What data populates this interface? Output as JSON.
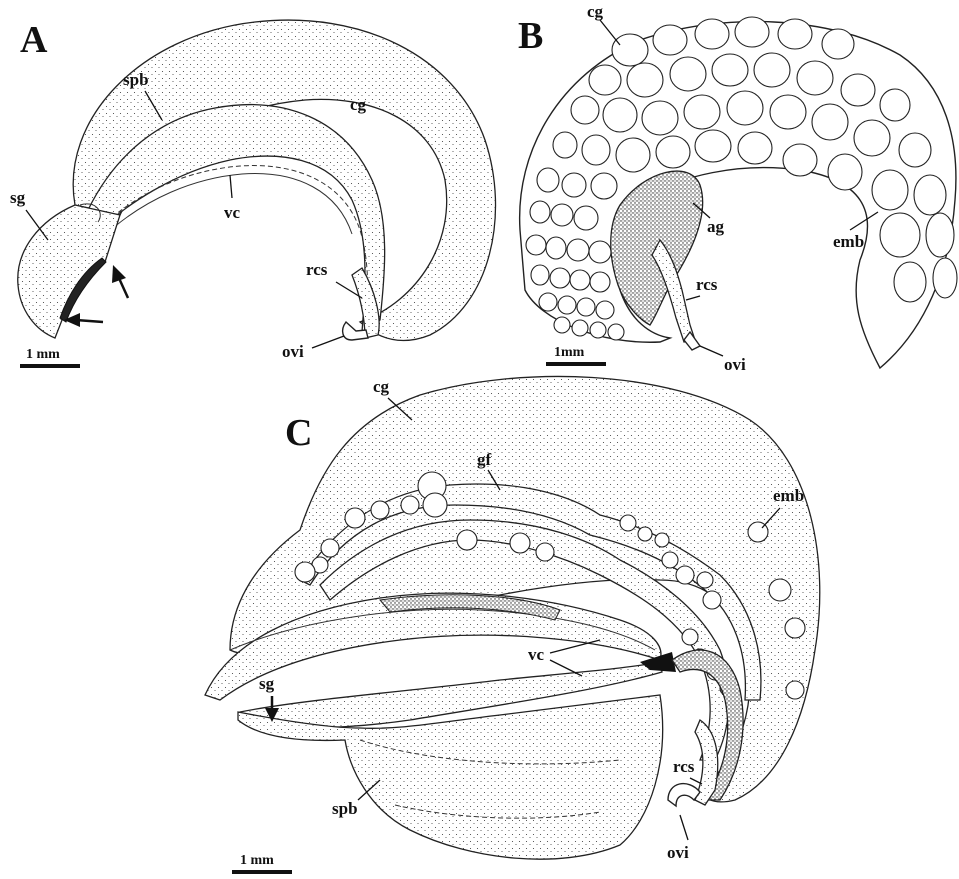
{
  "panels": {
    "A": {
      "letter": "A",
      "labels": {
        "cg": "cg",
        "spb": "spb",
        "sg": "sg",
        "vc": "vc",
        "rcs": "rcs",
        "ovi": "ovi"
      },
      "scale": "1 mm"
    },
    "B": {
      "letter": "B",
      "labels": {
        "cg": "cg",
        "ag": "ag",
        "emb": "emb",
        "rcs": "rcs",
        "ovi": "ovi"
      },
      "scale": "1mm"
    },
    "C": {
      "letter": "C",
      "labels": {
        "cg": "cg",
        "gf": "gf",
        "emb": "emb",
        "vc": "vc",
        "sg": "sg",
        "spb": "spb",
        "rcs": "rcs",
        "ovi": "ovi"
      },
      "scale": "1 mm"
    }
  }
}
